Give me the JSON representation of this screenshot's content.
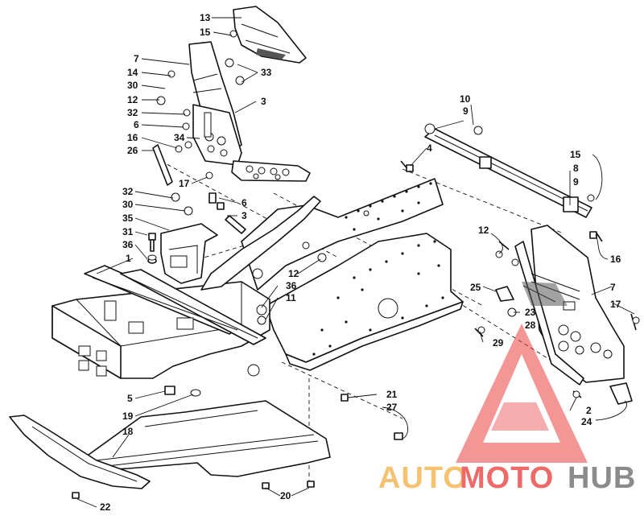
{
  "diagram": {
    "callouts": [
      {
        "id": "c13a",
        "label": "13"
      },
      {
        "id": "c15a",
        "label": "15"
      },
      {
        "id": "c7a",
        "label": "7"
      },
      {
        "id": "c14",
        "label": "14"
      },
      {
        "id": "c30a",
        "label": "30"
      },
      {
        "id": "c12a",
        "label": "12"
      },
      {
        "id": "c32a",
        "label": "32"
      },
      {
        "id": "c6a",
        "label": "6"
      },
      {
        "id": "c16a",
        "label": "16"
      },
      {
        "id": "c26",
        "label": "26"
      },
      {
        "id": "c34",
        "label": "34"
      },
      {
        "id": "c33",
        "label": "33"
      },
      {
        "id": "c3a",
        "label": "3"
      },
      {
        "id": "c17a",
        "label": "17"
      },
      {
        "id": "c32b",
        "label": "32"
      },
      {
        "id": "c30b",
        "label": "30"
      },
      {
        "id": "c35",
        "label": "35"
      },
      {
        "id": "c31",
        "label": "31"
      },
      {
        "id": "c36a",
        "label": "36"
      },
      {
        "id": "c1",
        "label": "1"
      },
      {
        "id": "c6b",
        "label": "6"
      },
      {
        "id": "c3b",
        "label": "3"
      },
      {
        "id": "c12b",
        "label": "12"
      },
      {
        "id": "c36b",
        "label": "36"
      },
      {
        "id": "c11",
        "label": "11"
      },
      {
        "id": "c5",
        "label": "5"
      },
      {
        "id": "c19",
        "label": "19"
      },
      {
        "id": "c18",
        "label": "18"
      },
      {
        "id": "c22",
        "label": "22"
      },
      {
        "id": "c20",
        "label": "20"
      },
      {
        "id": "c21",
        "label": "21"
      },
      {
        "id": "c27",
        "label": "27"
      },
      {
        "id": "c10",
        "label": "10"
      },
      {
        "id": "c9a",
        "label": "9"
      },
      {
        "id": "c4",
        "label": "4"
      },
      {
        "id": "c15b",
        "label": "15"
      },
      {
        "id": "c8",
        "label": "8"
      },
      {
        "id": "c9b",
        "label": "9"
      },
      {
        "id": "c12c",
        "label": "12"
      },
      {
        "id": "c16b",
        "label": "16"
      },
      {
        "id": "c25",
        "label": "25"
      },
      {
        "id": "c7b",
        "label": "7"
      },
      {
        "id": "c17b",
        "label": "17"
      },
      {
        "id": "c23",
        "label": "23"
      },
      {
        "id": "c28",
        "label": "28"
      },
      {
        "id": "c29",
        "label": "29"
      },
      {
        "id": "c2",
        "label": "2"
      },
      {
        "id": "c24",
        "label": "24"
      }
    ]
  },
  "watermark": {
    "part1": "AUTO",
    "part2": "MOTO",
    "part3": "HUB",
    "colors": {
      "auto": "#f2b24a",
      "moto": "#e8413f",
      "hub": "#6b6b6b"
    }
  }
}
